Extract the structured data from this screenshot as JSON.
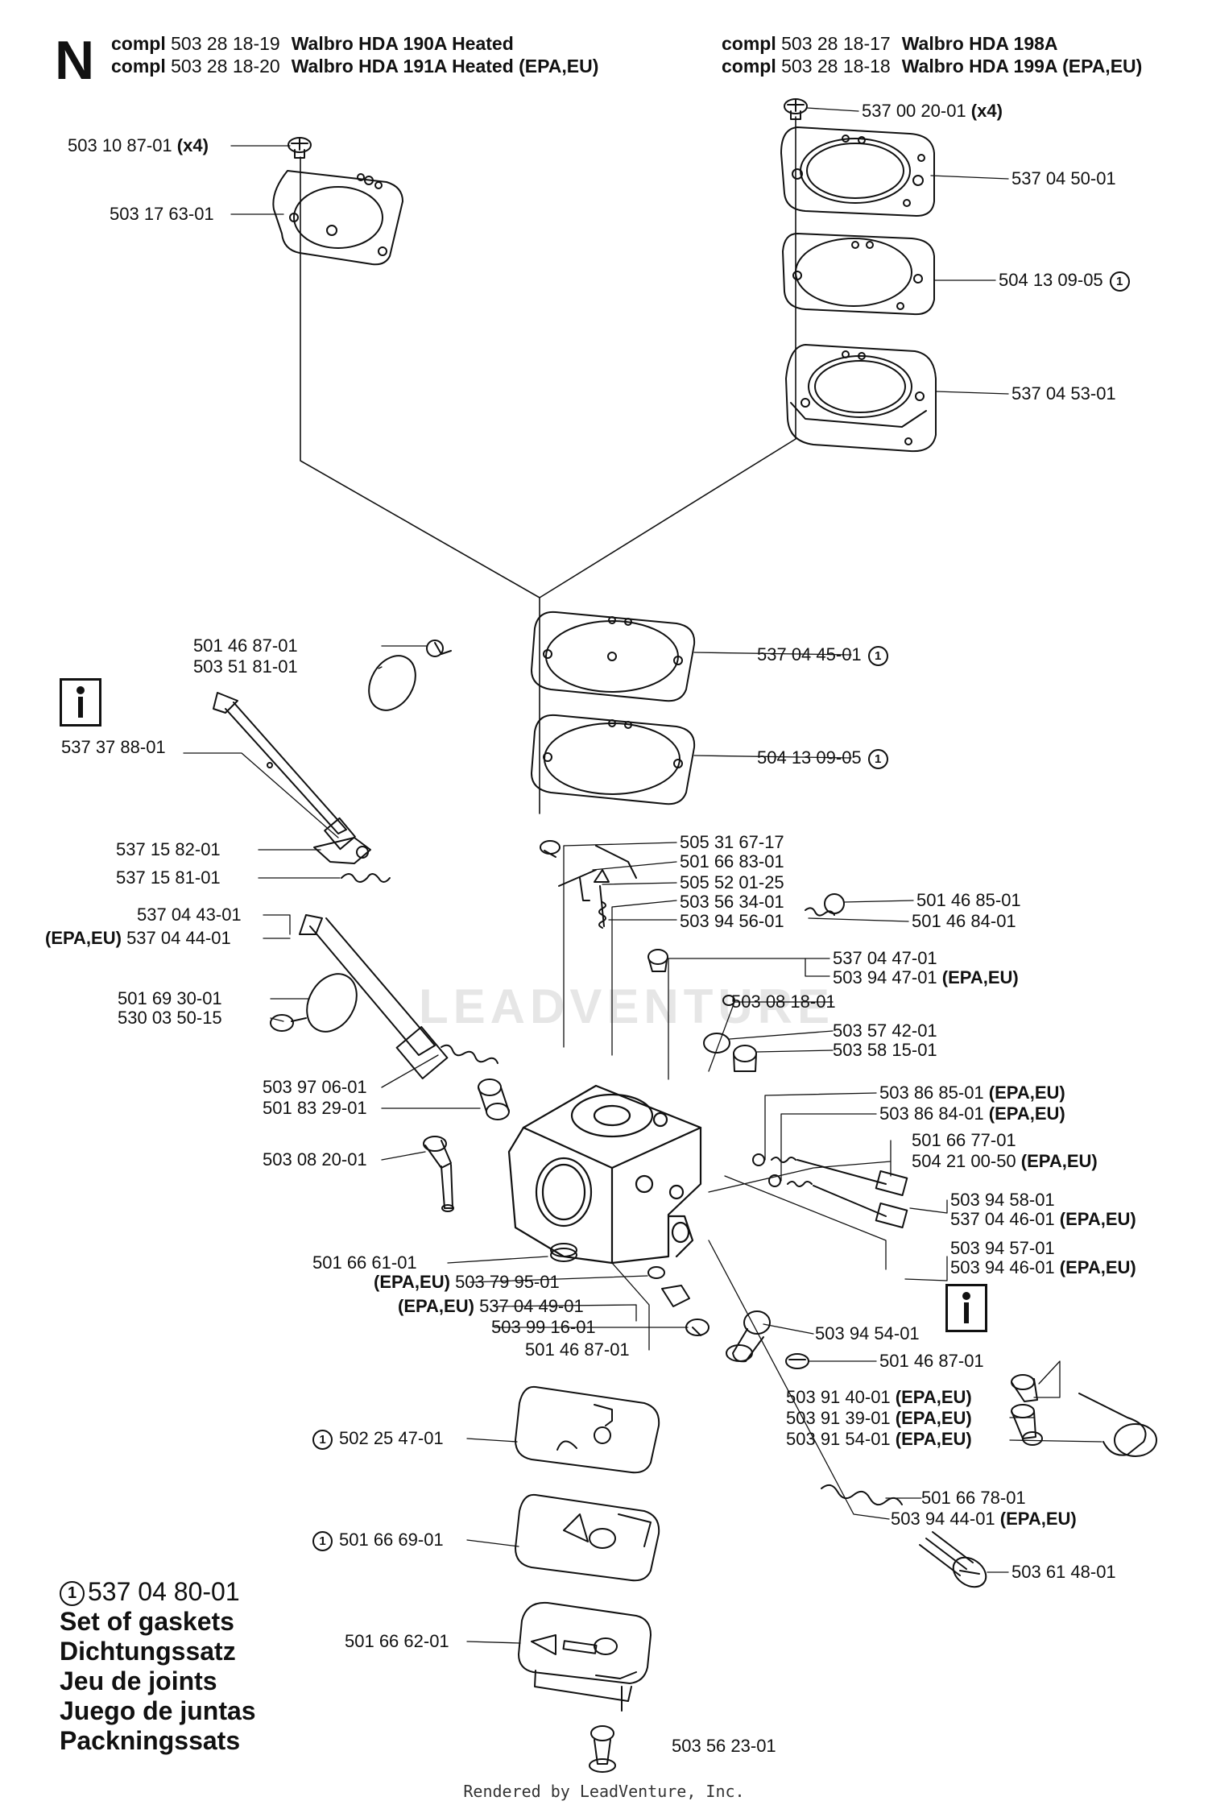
{
  "section_letter": "N",
  "header": [
    {
      "prefix": "compl",
      "num": "503 28 18-19",
      "desc": "Walbro HDA 190A Heated"
    },
    {
      "prefix": "compl",
      "num": "503 28 18-20",
      "desc": "Walbro HDA 191A Heated (EPA,EU)"
    },
    {
      "prefix": "compl",
      "num": "503 28 18-17",
      "desc": "Walbro HDA 198A"
    },
    {
      "prefix": "compl",
      "num": "503 28 18-18",
      "desc": "Walbro HDA 199A (EPA,EU)"
    }
  ],
  "parts": [
    {
      "id": "p1",
      "num": "503 10 87-01",
      "suffix": "(x4)"
    },
    {
      "id": "p2",
      "num": "503 17 63-01"
    },
    {
      "id": "p3",
      "num": "537 00 20-01",
      "suffix": "(x4)"
    },
    {
      "id": "p4",
      "num": "537 04 50-01"
    },
    {
      "id": "p5",
      "num": "504 13 09-05",
      "circle": "1"
    },
    {
      "id": "p6",
      "num": "537 04 53-01"
    },
    {
      "id": "p7",
      "num": "537 04 45-01",
      "circle": "1"
    },
    {
      "id": "p8",
      "num": "504 13 09-05",
      "circle": "1"
    },
    {
      "id": "p9",
      "num": "501 46 87-01"
    },
    {
      "id": "p10",
      "num": "503 51 81-01"
    },
    {
      "id": "p11",
      "num": "537 37 88-01"
    },
    {
      "id": "p12",
      "num": "537 15 82-01"
    },
    {
      "id": "p13",
      "num": "537 15 81-01"
    },
    {
      "id": "p14",
      "num": "537 04 43-01"
    },
    {
      "id": "p15",
      "prefix": "(EPA,EU)",
      "num": "537 04 44-01"
    },
    {
      "id": "p16",
      "num": "501 69 30-01"
    },
    {
      "id": "p17",
      "num": "530 03 50-15"
    },
    {
      "id": "p18",
      "num": "503 97 06-01"
    },
    {
      "id": "p19",
      "num": "501 83 29-01"
    },
    {
      "id": "p20",
      "num": "503 08 20-01"
    },
    {
      "id": "p21",
      "num": "505 31 67-17"
    },
    {
      "id": "p22",
      "num": "501 66 83-01"
    },
    {
      "id": "p23",
      "num": "505 52 01-25"
    },
    {
      "id": "p24",
      "num": "503 56 34-01"
    },
    {
      "id": "p25",
      "num": "503 94 56-01"
    },
    {
      "id": "p26",
      "num": "501 46 85-01"
    },
    {
      "id": "p27",
      "num": "501 46 84-01"
    },
    {
      "id": "p28",
      "num": "537 04 47-01"
    },
    {
      "id": "p29",
      "num": "503 94 47-01",
      "suffix": "(EPA,EU)"
    },
    {
      "id": "p30",
      "num": "503 08 18-01"
    },
    {
      "id": "p31",
      "num": "503 57 42-01"
    },
    {
      "id": "p32",
      "num": "503 58 15-01"
    },
    {
      "id": "p33",
      "num": "503 86 85-01",
      "suffix": "(EPA,EU)"
    },
    {
      "id": "p34",
      "num": "503 86 84-01",
      "suffix": "(EPA,EU)"
    },
    {
      "id": "p35",
      "num": "501 66 77-01"
    },
    {
      "id": "p36",
      "num": "504 21 00-50",
      "suffix": "(EPA,EU)"
    },
    {
      "id": "p37",
      "num": "503 94 58-01"
    },
    {
      "id": "p38",
      "num": "537 04 46-01",
      "suffix": "(EPA,EU)"
    },
    {
      "id": "p39",
      "num": "503 94 57-01"
    },
    {
      "id": "p40",
      "num": "503 94 46-01",
      "suffix": "(EPA,EU)"
    },
    {
      "id": "p41",
      "num": "501 66 61-01"
    },
    {
      "id": "p42",
      "prefix": "(EPA,EU)",
      "num": "503 79 95-01"
    },
    {
      "id": "p43",
      "prefix": "(EPA,EU)",
      "num": "537 04 49-01"
    },
    {
      "id": "p44",
      "num": "503 99 16-01"
    },
    {
      "id": "p45",
      "num": "501 46 87-01"
    },
    {
      "id": "p46",
      "num": "503 94 54-01"
    },
    {
      "id": "p47",
      "num": "501 46 87-01"
    },
    {
      "id": "p48",
      "num": "503 91 40-01",
      "suffix": "(EPA,EU)"
    },
    {
      "id": "p49",
      "num": "503 91 39-01",
      "suffix": "(EPA,EU)"
    },
    {
      "id": "p50",
      "num": "503 91 54-01",
      "suffix": "(EPA,EU)"
    },
    {
      "id": "p51",
      "num": "502 25 47-01",
      "circle_pre": "1"
    },
    {
      "id": "p52",
      "num": "501 66 78-01"
    },
    {
      "id": "p53",
      "num": "503 94 44-01",
      "suffix": "(EPA,EU)"
    },
    {
      "id": "p54",
      "num": "501 66 69-01",
      "circle_pre": "1"
    },
    {
      "id": "p55",
      "num": "503 61 48-01"
    },
    {
      "id": "p56",
      "num": "501 66 62-01"
    },
    {
      "id": "p57",
      "num": "503 56 23-01"
    }
  ],
  "kit": {
    "circle": "1",
    "num": "537 04 80-01",
    "lines": [
      "Set of gaskets",
      "Dichtungssatz",
      "Jeu de joints",
      "Juego de juntas",
      "Packningssats"
    ]
  },
  "watermark": "LEADVENTURE",
  "footer": "Rendered by LeadVenture, Inc."
}
